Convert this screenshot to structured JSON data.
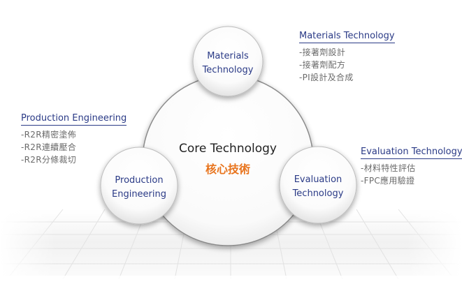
{
  "core": {
    "title": "Core Technology",
    "subtitle": "核心技術"
  },
  "nodes": {
    "materials": {
      "line1": "Materials",
      "line2": "Technology"
    },
    "production": {
      "line1": "Production",
      "line2": "Engineering"
    },
    "evaluation": {
      "line1": "Evaluation",
      "line2": "Technology"
    }
  },
  "side_lists": {
    "materials": {
      "title": "Materials Technology",
      "items": [
        "接著劑設計",
        "接著劑配方",
        "PI設計及合成"
      ]
    },
    "production": {
      "title": "Production Engineering",
      "items": [
        "R2R精密塗佈",
        "R2R連續壓合",
        "R2R分條裁切"
      ]
    },
    "evaluation": {
      "title": "Evaluation Technology",
      "items": [
        "材料特性評估",
        "FPC應用驗證"
      ]
    }
  },
  "colors": {
    "title_blue": "#2a3a86",
    "accent_orange": "#e8741d",
    "list_gray": "#6b6b6b",
    "node_text": "#2a3a86",
    "core_text": "#222222"
  }
}
